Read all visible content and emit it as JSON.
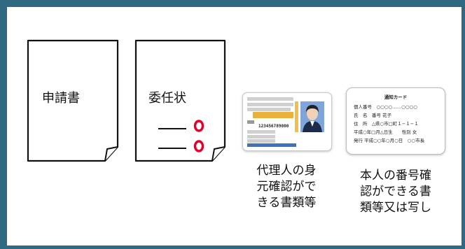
{
  "documents": [
    {
      "label": "申請書"
    },
    {
      "label": "委任状"
    }
  ],
  "license_card": {
    "number": "123456789000"
  },
  "notification_card": {
    "title": "通知カード",
    "lines": [
      "個人番号　○○○○……○○○○",
      "氏　名　番号 花子",
      "住　所　△県○市□町１−１−１",
      "平成○年□月△日生　　性別 女",
      "発行 平成○○年○月○日　○○市長"
    ]
  },
  "captions": {
    "agent_id": "代理人の身\n元確認がで\nきる書類等",
    "own_number": "本人の番号確\n認ができる書\n類等又は写し"
  },
  "colors": {
    "frame": "#2f6a82",
    "seal": "#e4002b"
  }
}
